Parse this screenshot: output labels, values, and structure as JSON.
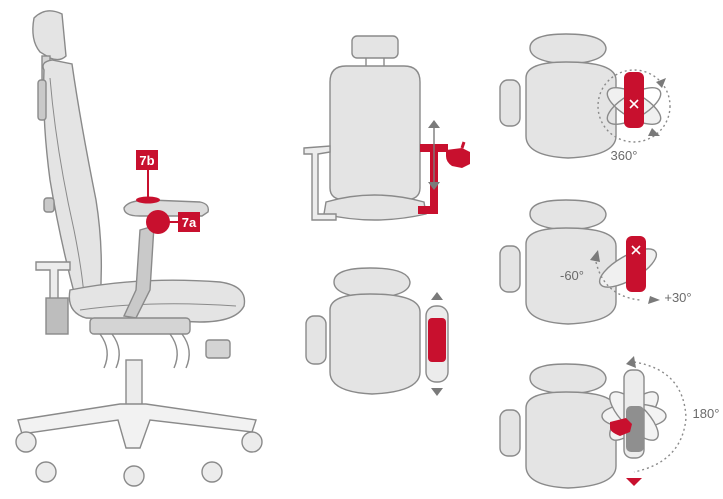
{
  "colors": {
    "accent": "#c8102e",
    "line": "#8a8a8a",
    "fill": "#e4e4e4",
    "fill_dark": "#c9c9c9",
    "label_text": "#6b6b6b",
    "background": "#ffffff"
  },
  "labels": {
    "callout_7b": "7b",
    "callout_7a": "7a",
    "rotation_360": "360°",
    "pivot_minus": "-60°",
    "pivot_plus": "+30°",
    "swing_180": "180°"
  },
  "icons": {
    "height_arrows": "up-down-arrow-icon",
    "hand_adjust": "hand-icon",
    "lock_marker": "x-icon"
  }
}
